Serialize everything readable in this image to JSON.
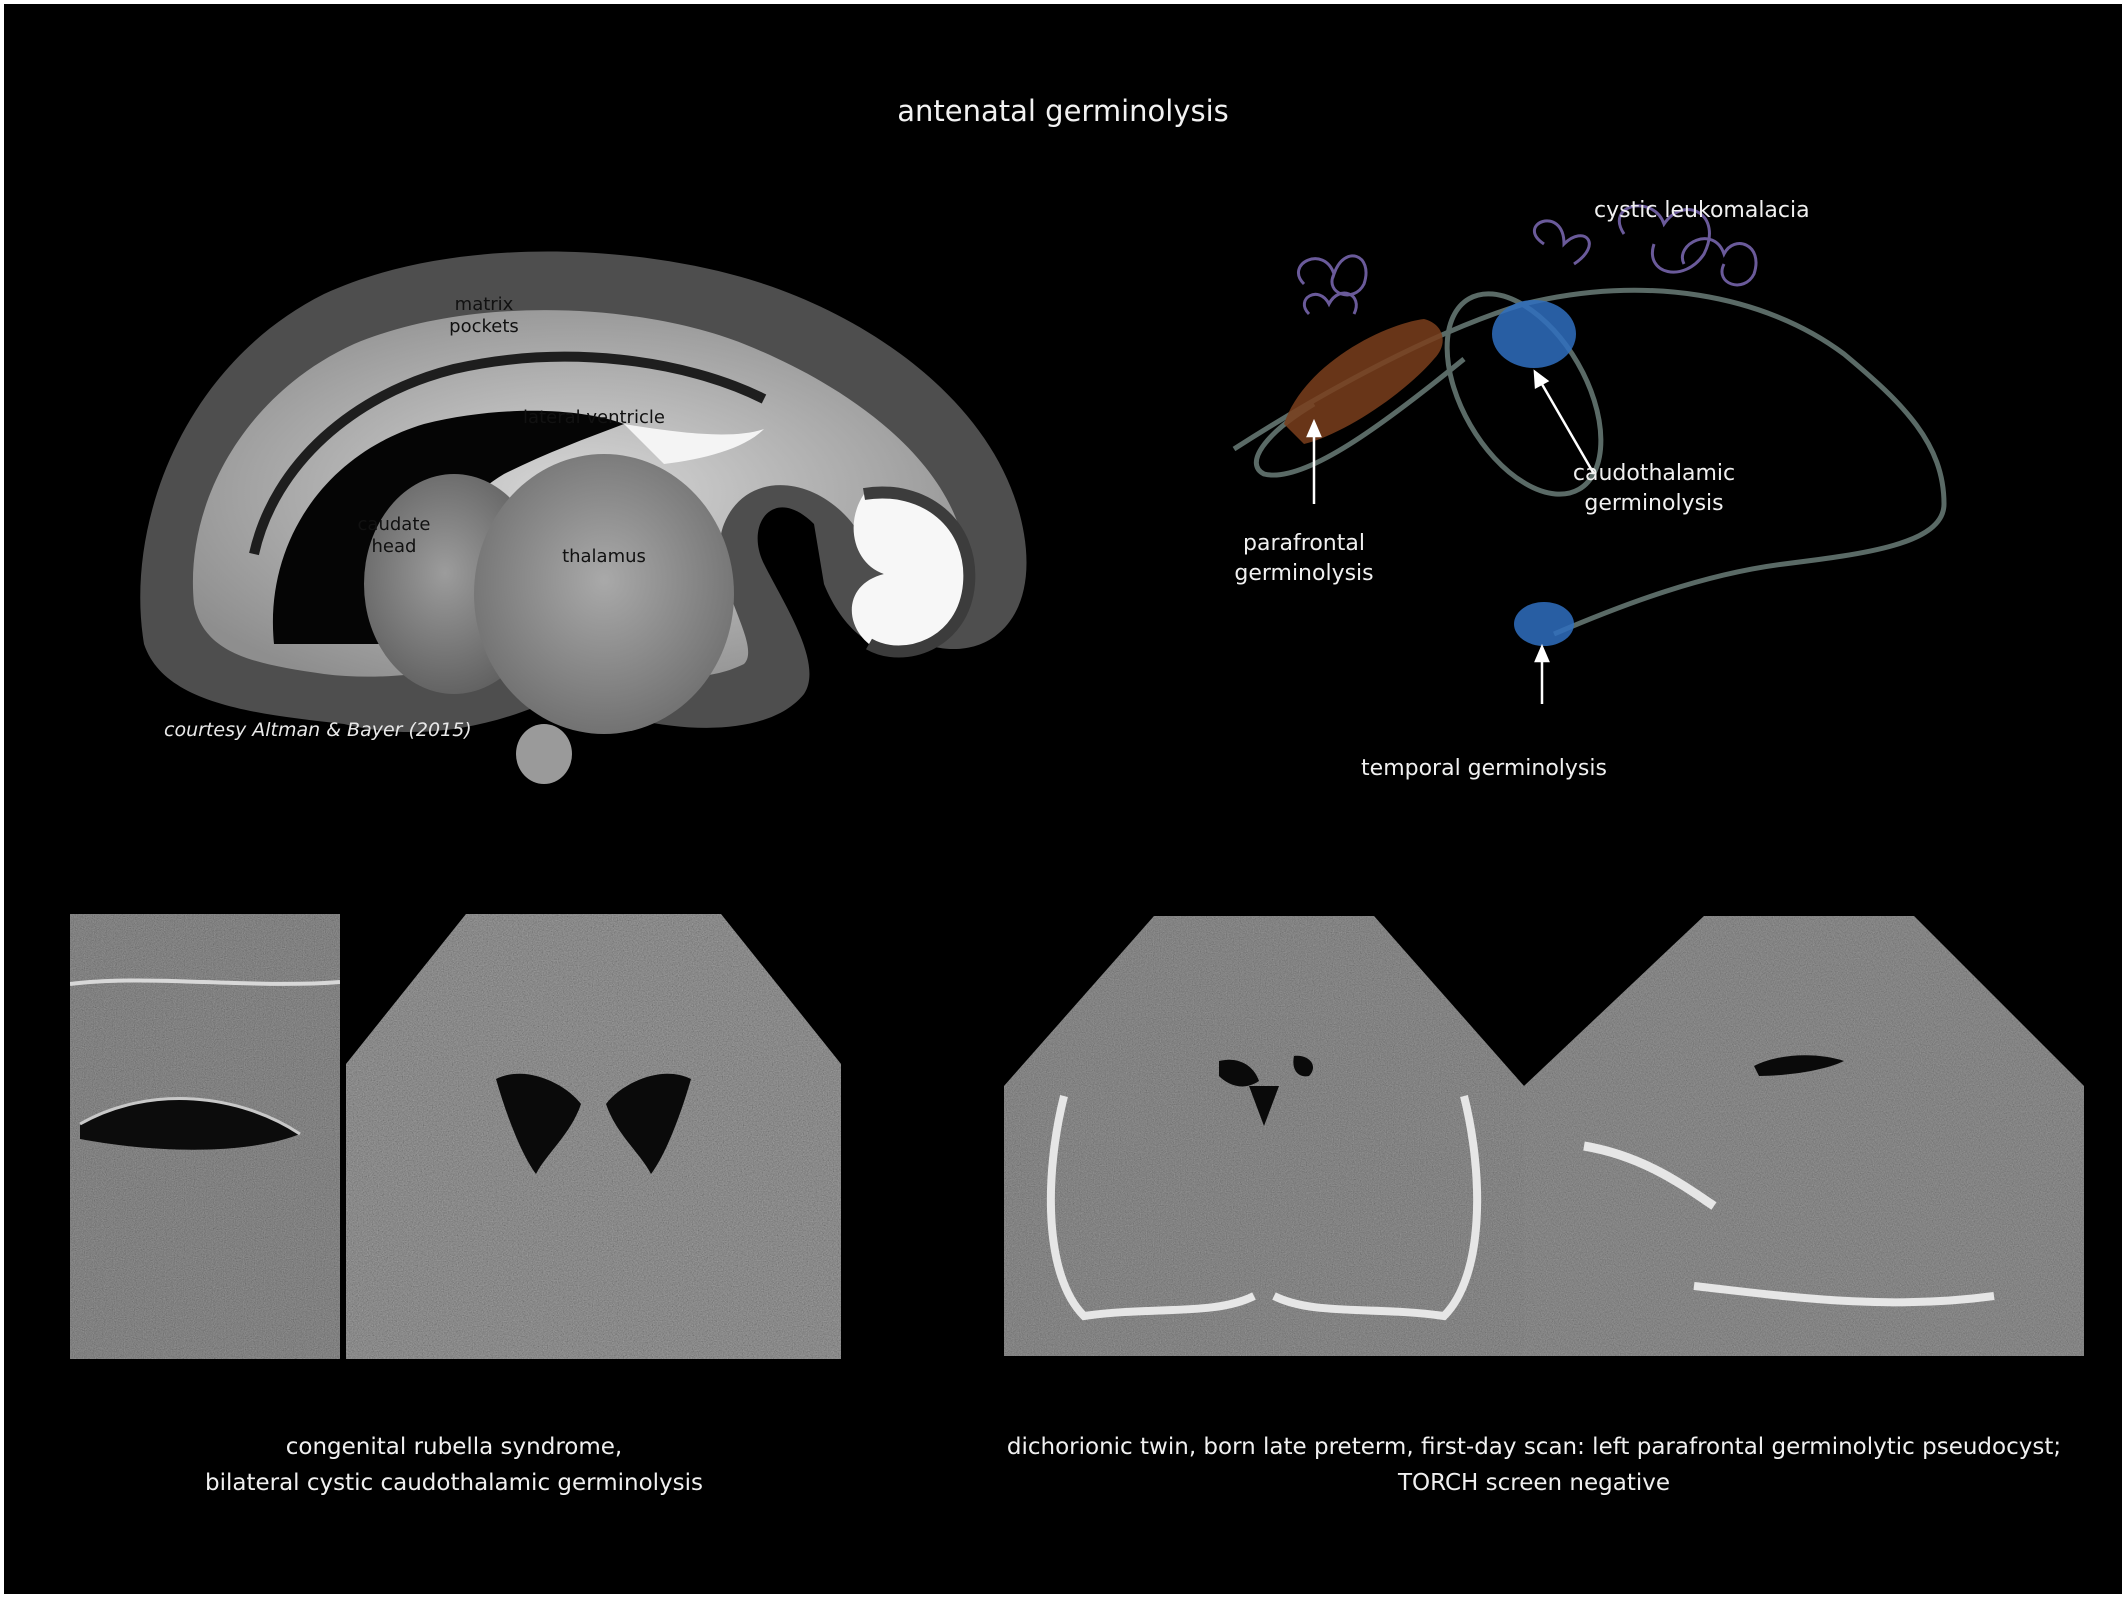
{
  "title": "antenatal germinolysis",
  "section_labels": {
    "matrix_pockets": [
      "matrix",
      "pockets"
    ],
    "lateral_ventricle": "lateral ventricle",
    "caudate_head": [
      "caudate",
      "head"
    ],
    "thalamus": "thalamus"
  },
  "credit": "courtesy Altman & Bayer (2015)",
  "diagram_labels": {
    "cystic_leukomalacia": "cystic leukomalacia",
    "parafrontal": [
      "parafrontal",
      "germinolysis"
    ],
    "caudothalamic": [
      "caudothalamic",
      "germinolysis"
    ],
    "temporal": "temporal germinolysis"
  },
  "captions": {
    "left": [
      "congenital rubella syndrome,",
      "bilateral cystic caudothalamic germinolysis"
    ],
    "right": [
      "dichorionic twin, born late preterm, first-day scan: left parafrontal germinolytic pseudocyst;",
      "TORCH screen negative"
    ]
  },
  "colors": {
    "background": "#000000",
    "parafrontal_fill": "#7a3e1c",
    "germinolysis_blue": "#2f6fc0",
    "leukomalacia_purple": "#6a5a9a",
    "ventricle_outline": "#5a6a66"
  }
}
